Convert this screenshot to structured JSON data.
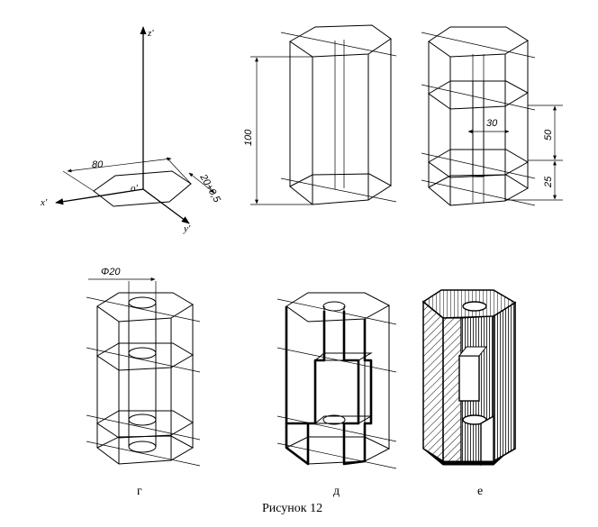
{
  "caption": "Рисунок 12",
  "panel_labels": {
    "g": "г",
    "d": "д",
    "e": "е"
  },
  "axes": {
    "z": "z'",
    "x": "x'",
    "y": "y'",
    "origin": "o'"
  },
  "dimensions": {
    "width_80": "80",
    "depth_20": "20+0,5",
    "height_100": "100",
    "slot_30": "30",
    "height_50": "50",
    "height_25": "25",
    "hole_d20": "Φ20"
  }
}
